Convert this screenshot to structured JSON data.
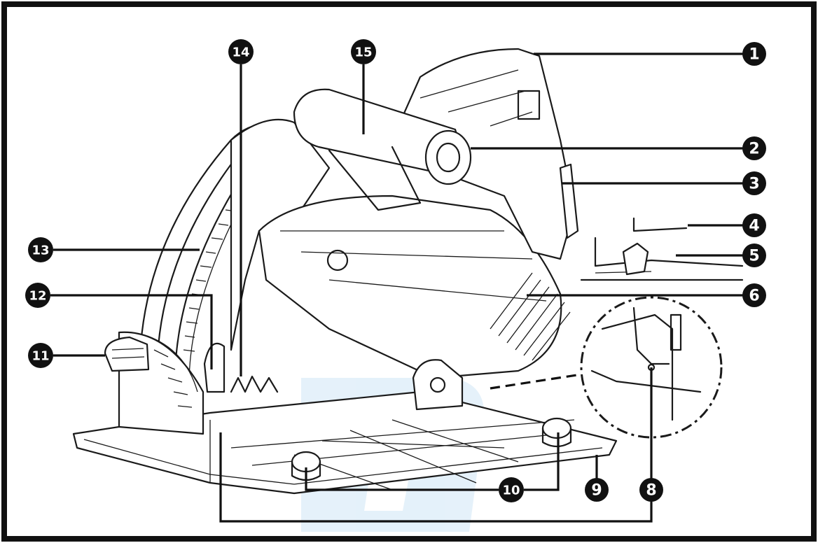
{
  "callouts": [
    {
      "id": "1",
      "label": "1"
    },
    {
      "id": "2",
      "label": "2"
    },
    {
      "id": "3",
      "label": "3"
    },
    {
      "id": "4",
      "label": "4"
    },
    {
      "id": "5",
      "label": "5"
    },
    {
      "id": "6",
      "label": "6"
    },
    {
      "id": "8",
      "label": "8"
    },
    {
      "id": "9",
      "label": "9"
    },
    {
      "id": "10",
      "label": "10"
    },
    {
      "id": "11",
      "label": "11"
    },
    {
      "id": "12",
      "label": "12"
    },
    {
      "id": "13",
      "label": "13"
    },
    {
      "id": "14",
      "label": "14"
    },
    {
      "id": "15",
      "label": "15"
    }
  ],
  "colors": {
    "ink": "#111111",
    "watermark": "#cfe6f6"
  }
}
